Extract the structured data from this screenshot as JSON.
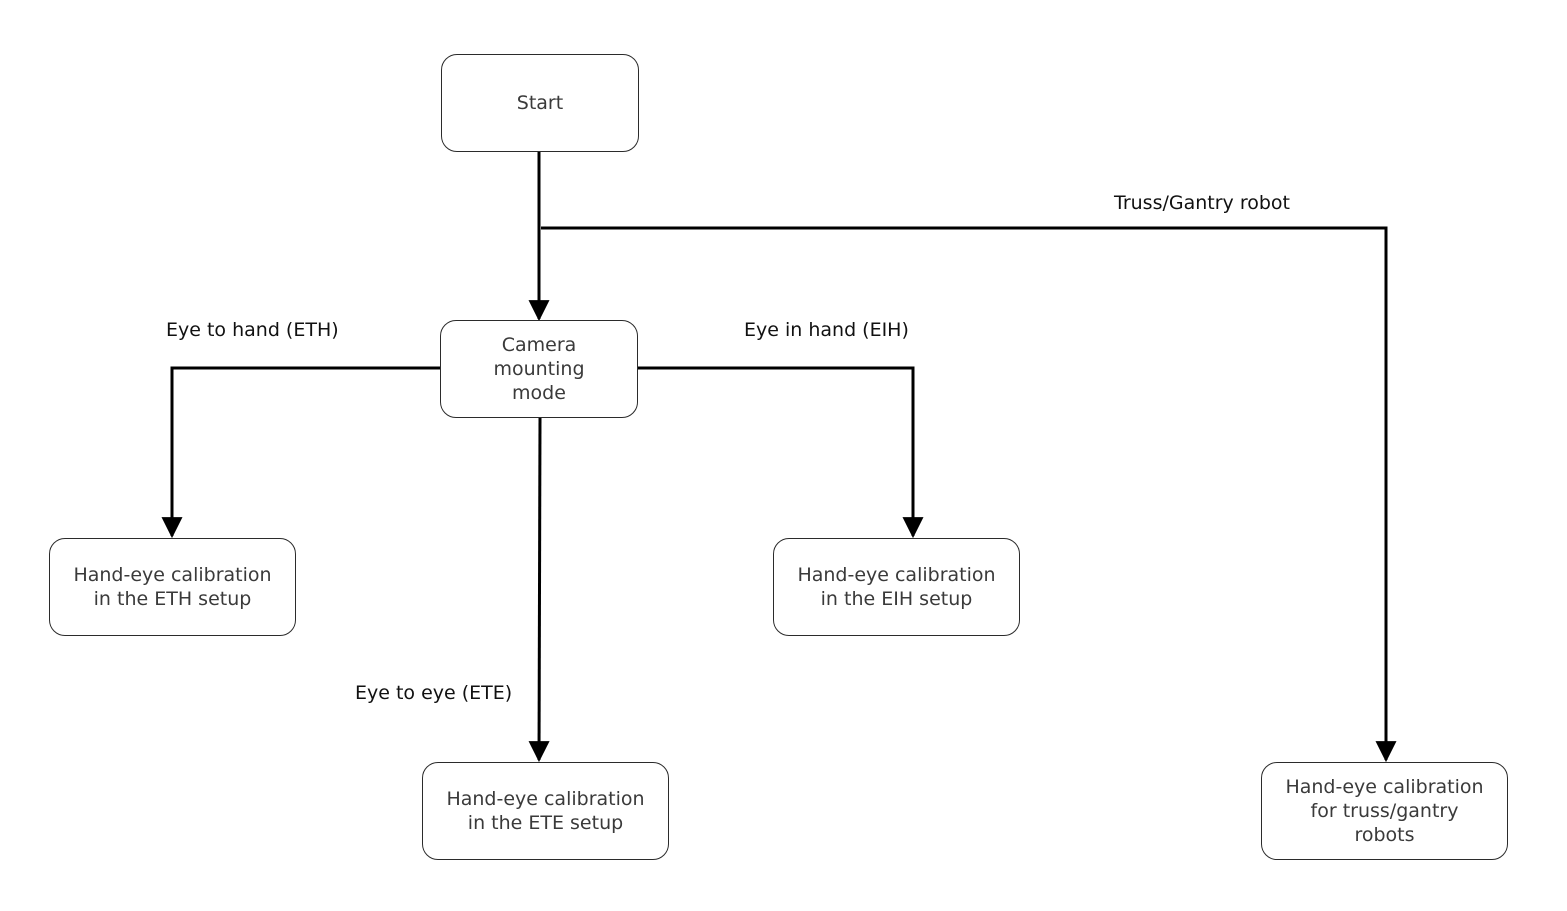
{
  "nodes": {
    "start": "Start",
    "camera_mode": "Camera\nmounting\nmode",
    "eth": "Hand-eye calibration\nin the ETH setup",
    "eih": "Hand-eye calibration\nin the EIH setup",
    "ete": "Hand-eye calibration\nin the ETE setup",
    "truss": "Hand-eye calibration\nfor truss/gantry\nrobots"
  },
  "edge_labels": {
    "truss": "Truss/Gantry robot",
    "eth": "Eye to hand (ETH)",
    "eih": "Eye in hand (EIH)",
    "ete": "Eye to eye (ETE)"
  },
  "colors": {
    "line": "#000000",
    "node_border": "#2b2b2b",
    "node_text": "#3a3a3a",
    "label_text": "#111111"
  }
}
